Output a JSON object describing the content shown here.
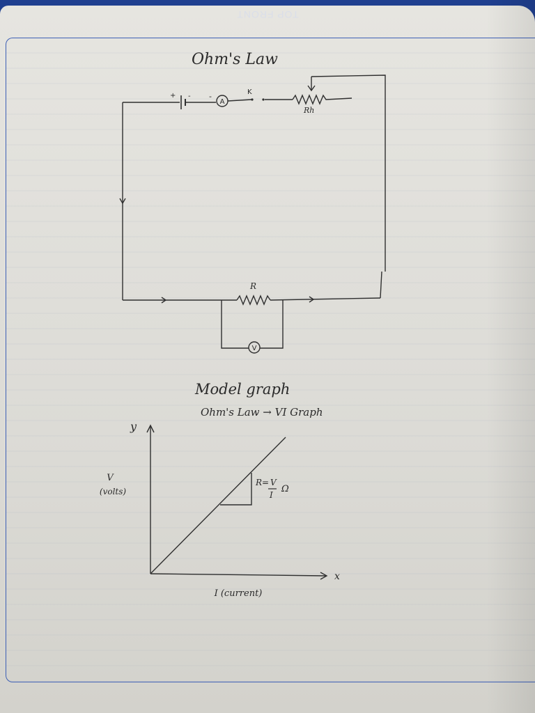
{
  "header": {
    "text": "TOP FRONT"
  },
  "title": "Ohm's Law",
  "circuit": {
    "battery_plus": "+",
    "battery_minus": "-",
    "ammeter": "A",
    "key": "K",
    "rheostat": "Rh",
    "resistor": "R",
    "voltmeter": "V"
  },
  "graph_title": "Model graph",
  "graph_subtitle": "Ohm's Law → VI Graph",
  "axes": {
    "y_axis_letter": "y",
    "x_axis_letter": "x",
    "y_label_line1": "V",
    "y_label_line2": "(volts)",
    "x_label": "I (current)"
  },
  "formula": {
    "lhs": "R=",
    "numerator": "V",
    "denominator": "I",
    "unit": "Ω"
  }
}
